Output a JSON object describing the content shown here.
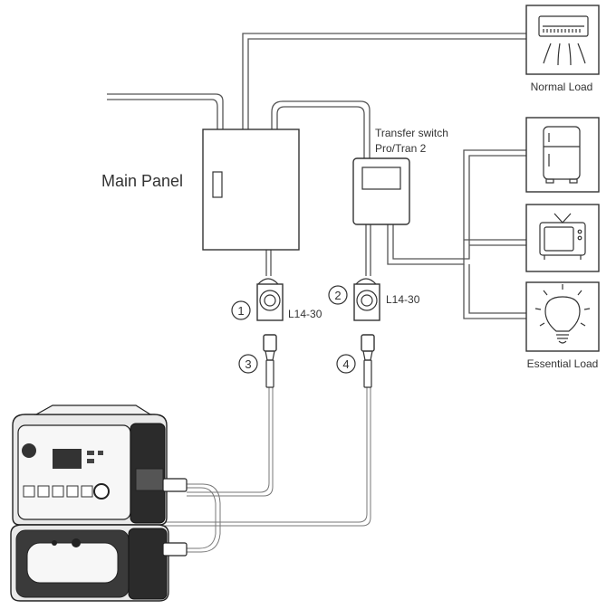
{
  "labels": {
    "normal_load": "Normal Load",
    "transfer_switch_line1": "Transfer switch",
    "transfer_switch_line2": "Pro/Tran 2",
    "main_panel": "Main Panel",
    "outlet_left": "L14-30",
    "outlet_right": "L14-30",
    "essential_load": "Essential Load"
  },
  "markers": {
    "m1": "1",
    "m2": "2",
    "m3": "3",
    "m4": "4"
  },
  "colors": {
    "line": "#333333",
    "wire": "#555555",
    "device_dark": "#2b2b2b"
  }
}
